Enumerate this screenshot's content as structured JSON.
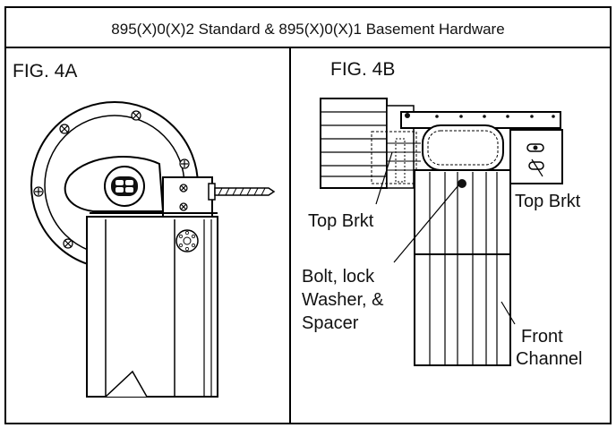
{
  "header": {
    "title": "895(X)0(X)2 Standard & 895(X)0(X)1 Basement Hardware"
  },
  "figures": {
    "left": {
      "label": "FIG. 4A"
    },
    "right": {
      "label": "FIG. 4B",
      "callouts": {
        "top_bracket_left": "Top Brkt",
        "top_bracket_right": "Top Brkt",
        "bolt_line1": "Bolt, lock",
        "bolt_line2": "Washer, &",
        "bolt_line3": "Spacer",
        "front_channel_line1": "Front",
        "front_channel_line2": "Channel"
      }
    }
  }
}
